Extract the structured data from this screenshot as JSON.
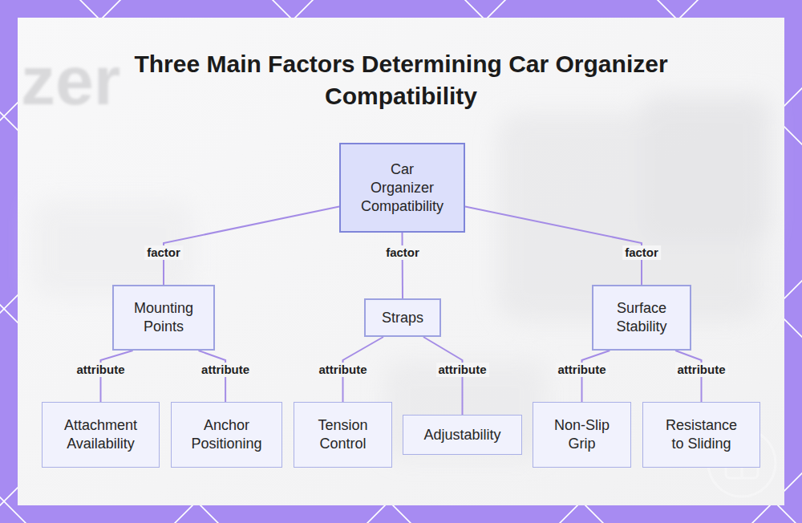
{
  "diagram": {
    "title": "Three Main Factors Determining Car Organizer Compatibility",
    "nodes": [
      {
        "text": [
          "Car Organizer Compatibility"
        ]
      },
      {
        "text": [
          "Mounting Points"
        ]
      },
      {
        "text": [
          "Straps"
        ]
      },
      {
        "text": [
          "Surface Stability"
        ]
      },
      {
        "text": [
          "Attachment Availability"
        ]
      },
      {
        "text": [
          "Anchor Positioning"
        ]
      },
      {
        "text": [
          "Tension Control"
        ]
      },
      {
        "text": [
          "Adjustability"
        ]
      },
      {
        "text": [
          "Non-Slip Grip"
        ]
      },
      {
        "text": [
          "Resistance to Sliding"
        ]
      }
    ],
    "edges": [
      {
        "from": 0,
        "to": 1,
        "label": "factor",
        "arrow": "none"
      },
      {
        "from": 0,
        "to": 2,
        "label": "factor",
        "arrow": "none"
      },
      {
        "from": 0,
        "to": 3,
        "label": "factor",
        "arrow": "none"
      },
      {
        "from": 1,
        "to": 4,
        "label": "attribute",
        "arrow": "none"
      },
      {
        "from": 1,
        "to": 5,
        "label": "attribute",
        "arrow": "none"
      },
      {
        "from": 2,
        "to": 6,
        "label": "attribute",
        "arrow": "none"
      },
      {
        "from": 2,
        "to": 7,
        "label": "attribute",
        "arrow": "none"
      },
      {
        "from": 3,
        "to": 8,
        "label": "attribute",
        "arrow": "none"
      },
      {
        "from": 3,
        "to": 9,
        "label": "attribute",
        "arrow": "none"
      }
    ],
    "labels": [
      "zer"
    ]
  }
}
